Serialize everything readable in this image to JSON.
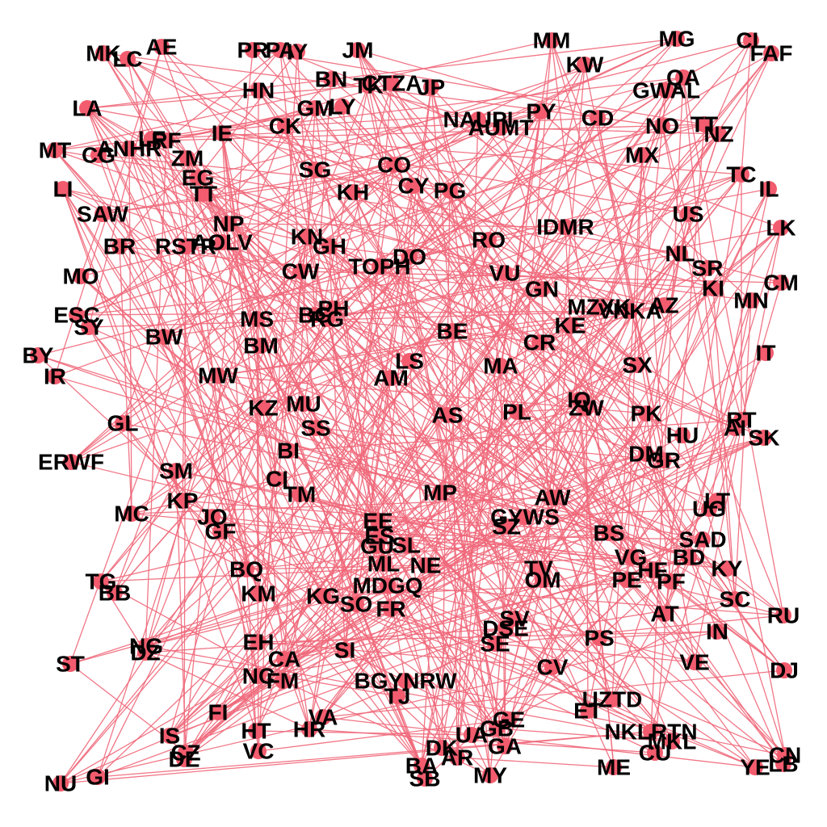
{
  "graph": {
    "node_color": "#f25c6e",
    "edge_color": "#f0687a",
    "nodes": [
      "MK",
      "LC",
      "AE",
      "PR",
      "PA",
      "AIY",
      "JM",
      "MM",
      "KW",
      "MG",
      "CL",
      "FAF",
      "HN",
      "BN",
      "TG",
      "CTZA",
      "JP",
      "QA",
      "GWAL",
      "LA",
      "GM",
      "LY",
      "PY",
      "NAUPI",
      "AUMT",
      "CD",
      "NO",
      "TT",
      "NZ",
      "MT",
      "CG",
      "ANHR",
      "LF",
      "RF",
      "IE",
      "CK",
      "MX",
      "ZM",
      "SG",
      "CO",
      "CY",
      "PG",
      "TC",
      "IL",
      "LI",
      "EG",
      "ST1",
      "KH",
      "SAW",
      "US",
      "NP",
      "RO",
      "IDMR",
      "LK",
      "BR",
      "RSTR",
      "AOLV",
      "KN",
      "GH",
      "DO",
      "TOPH",
      "NL",
      "SR",
      "MO",
      "CW",
      "VU",
      "KI",
      "CM",
      "GN",
      "MN",
      "EESC",
      "SY",
      "MS",
      "BG",
      "PH",
      "RG",
      "MZKX",
      "VNKA",
      "AZ",
      "BW",
      "BE",
      "KE",
      "BY",
      "BM",
      "CR",
      "IR",
      "LS",
      "MA",
      "SX",
      "IT",
      "MW",
      "AM",
      "IQ",
      "ZW",
      "KZ",
      "MU",
      "AS",
      "PL",
      "PK",
      "RT",
      "AI",
      "SK",
      "SS",
      "HU",
      "GL",
      "BI",
      "DM",
      "GR",
      "ERWF",
      "SM",
      "CI",
      "TM",
      "MP",
      "AW",
      "LT",
      "UG",
      "KP",
      "MC",
      "JO",
      "GF",
      "EE",
      "GYWS",
      "SZ",
      "BS",
      "SAD",
      "ES",
      "BD",
      "GU",
      "SL",
      "TV",
      "VG",
      "ML",
      "NE",
      "HF",
      "KY",
      "BQ",
      "TG2",
      "BB",
      "OM",
      "PE",
      "PF",
      "KM",
      "KG",
      "MDGQ",
      "SO",
      "FR",
      "AT",
      "SC",
      "RU",
      "SV",
      "DSE",
      "SE",
      "PS",
      "IN",
      "EH",
      "NG",
      "DZ",
      "ST",
      "SBSI",
      "CA",
      "VE",
      "DJ",
      "NC",
      "FM",
      "CV",
      "BGYNRW",
      "TJ",
      "UZTD",
      "ET",
      "FI",
      "HT",
      "VA",
      "HR",
      "IS",
      "CZ",
      "DE",
      "VC",
      "GB",
      "SGE",
      "UA",
      "AR",
      "GA",
      "DK",
      "CDNKLRTN",
      "CU",
      "MKL",
      "BA",
      "SB",
      "MY",
      "ME",
      "YE",
      "CN",
      "LB",
      "NU",
      "GI"
    ],
    "labels": [
      "MK",
      "LC",
      "AE",
      "PR",
      "PA",
      "IY",
      "JM",
      "MM",
      "KW",
      "MG",
      "CL",
      "FAF",
      "HN",
      "BN",
      "TK",
      "CTZA",
      "JP",
      "QA",
      "GWAL",
      "LA",
      "GM",
      "LY",
      "PY",
      "NAUPI",
      "AUMT",
      "CD",
      "NO",
      "TT",
      "NZ",
      "MT",
      "CG",
      "ANHR",
      "LF",
      "RF",
      "IE",
      "CK",
      "MX",
      "ZM",
      "SG",
      "CO",
      "CY",
      "PG",
      "TC",
      "IL",
      "LI",
      "EG",
      "TT",
      "KH",
      "SAW",
      "US",
      "NP",
      "RO",
      "IDMR",
      "LK",
      "BR",
      "RSTR",
      "AOLV",
      "KN",
      "GH",
      "DO",
      "TOPH",
      "NL",
      "SR",
      "MO",
      "CW",
      "VU",
      "KI",
      "CM",
      "GN",
      "MN",
      "ESC",
      "SY",
      "MS",
      "BG",
      "PH",
      "RG",
      "MZXK",
      "VNKA",
      "AZ",
      "BW",
      "BE",
      "KE",
      "BY",
      "BM",
      "CR",
      "IR",
      "LS",
      "MA",
      "SX",
      "IT",
      "MW",
      "AM",
      "IQ",
      "ZW",
      "KZ",
      "MU",
      "AS",
      "PL",
      "PK",
      "RT",
      "AI",
      "SK",
      "SS",
      "HU",
      "GL",
      "BI",
      "DM",
      "GR",
      "ERWF",
      "SM",
      "CI",
      "TM",
      "MP",
      "AW",
      "LT",
      "UG",
      "KP",
      "MC",
      "JO",
      "GF",
      "EE",
      "GYWS",
      "SZ",
      "BS",
      "SAD",
      "ES",
      "BD",
      "GU",
      "SL",
      "TV",
      "VG",
      "ML",
      "NE",
      "HF",
      "KY",
      "BQ",
      "TG",
      "BB",
      "OM",
      "PE",
      "PF",
      "KM",
      "KG",
      "MDGQ",
      "SO",
      "FR",
      "AT",
      "SC",
      "RU",
      "SV",
      "DSE",
      "SE",
      "PS",
      "IN",
      "EH",
      "NG",
      "DZ",
      "ST",
      "SI",
      "CA",
      "VE",
      "DJ",
      "NC",
      "FM",
      "CV",
      "BGYNRW",
      "TJ",
      "UZTD",
      "ET",
      "FI",
      "HT",
      "VA",
      "HR",
      "IS",
      "CZ",
      "DE",
      "VC",
      "GB",
      "GE",
      "UA",
      "AR",
      "GA",
      "DK",
      "NKLRTN",
      "CU",
      "MKL",
      "BA",
      "SB",
      "MY",
      "ME",
      "YE",
      "CN",
      "LB",
      "NU",
      "GI"
    ]
  }
}
